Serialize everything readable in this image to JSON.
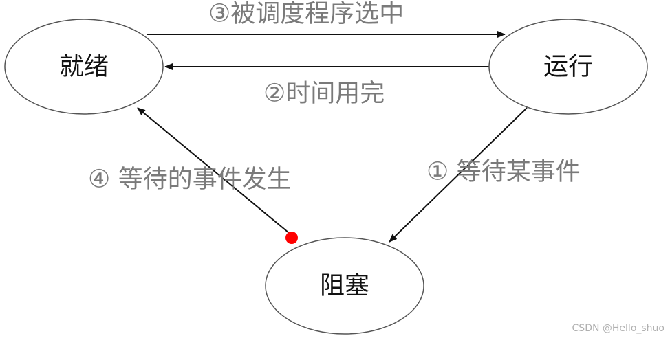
{
  "nodes": {
    "ready": "就绪",
    "running": "运行",
    "blocked": "阻塞"
  },
  "edges": {
    "scheduled": "③被调度程序选中",
    "time_slice_done": "②时间用完",
    "wait_event": "① 等待某事件",
    "event_occurs": "④ 等待的事件发生"
  },
  "watermark": "CSDN @Hello_shuo",
  "colors": {
    "arrow": "#111111",
    "label": "#7a7a7a",
    "marker_dot": "#ff0000"
  }
}
